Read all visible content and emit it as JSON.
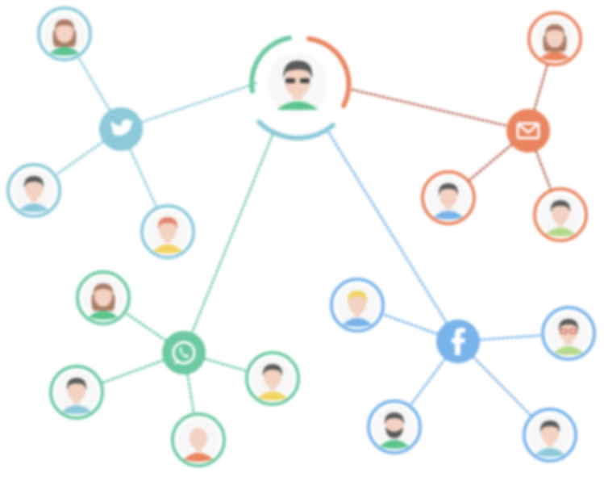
{
  "colors": {
    "twitter": "#8cc9d9",
    "email": "#ea8560",
    "whatsapp": "#6cc9a1",
    "facebook": "#78b3ea",
    "center_green": "#6cc9a1",
    "center_orange": "#ea8560",
    "center_blue": "#8cc9d9",
    "skin": "#f3d2c1",
    "hair_dark": "#5a5a5a",
    "hair_brown": "#a97b63",
    "hair_red": "#e3826c",
    "hair_blond": "#f1d35f"
  },
  "hubs": [
    {
      "id": "twitter",
      "icon": "twitter-bird-icon"
    },
    {
      "id": "email",
      "icon": "envelope-icon"
    },
    {
      "id": "whatsapp",
      "icon": "whatsapp-phone-icon"
    },
    {
      "id": "facebook",
      "icon": "facebook-f-icon"
    }
  ],
  "center": {
    "id": "center-user",
    "icon": "user-with-sunglasses-avatar"
  },
  "contacts": [
    {
      "id": "tw-1",
      "hub": "twitter",
      "icon": "woman-avatar"
    },
    {
      "id": "tw-2",
      "hub": "twitter",
      "icon": "man-avatar"
    },
    {
      "id": "tw-3",
      "hub": "twitter",
      "icon": "redhead-man-avatar"
    },
    {
      "id": "em-1",
      "hub": "email",
      "icon": "woman-long-hair-avatar"
    },
    {
      "id": "em-2",
      "hub": "email",
      "icon": "man-avatar"
    },
    {
      "id": "em-3",
      "hub": "email",
      "icon": "dark-hair-man-avatar"
    },
    {
      "id": "wa-1",
      "hub": "whatsapp",
      "icon": "woman-avatar"
    },
    {
      "id": "wa-2",
      "hub": "whatsapp",
      "icon": "man-avatar"
    },
    {
      "id": "wa-3",
      "hub": "whatsapp",
      "icon": "man-avatar"
    },
    {
      "id": "wa-4",
      "hub": "whatsapp",
      "icon": "bald-man-avatar"
    },
    {
      "id": "fb-1",
      "hub": "facebook",
      "icon": "blond-man-avatar"
    },
    {
      "id": "fb-2",
      "hub": "facebook",
      "icon": "glasses-man-avatar"
    },
    {
      "id": "fb-3",
      "hub": "facebook",
      "icon": "bearded-man-avatar"
    },
    {
      "id": "fb-4",
      "hub": "facebook",
      "icon": "man-avatar"
    }
  ]
}
